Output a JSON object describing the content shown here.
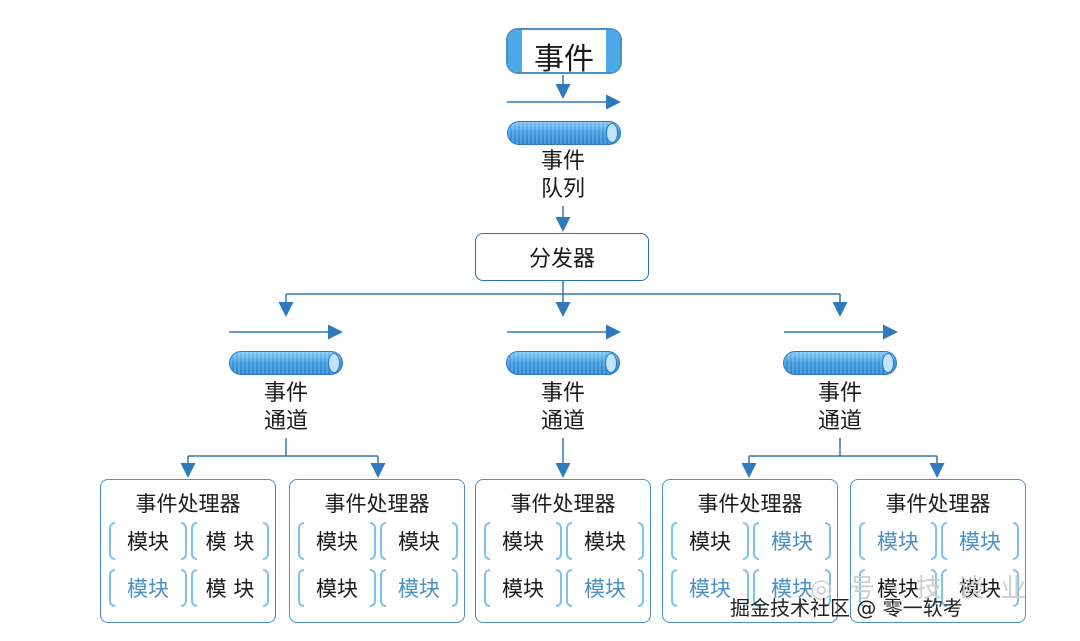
{
  "event_top": "事件",
  "queue_label": [
    "事件",
    "队列"
  ],
  "dispatcher": "分发器",
  "channels": [
    {
      "label": [
        "事件",
        "通道"
      ]
    },
    {
      "label": [
        "事件",
        "通道"
      ]
    },
    {
      "label": [
        "事件",
        "通道"
      ]
    }
  ],
  "handlers": [
    {
      "title": "事件处理器",
      "modules": [
        "模块",
        "模 块",
        "模块",
        "模 块"
      ],
      "highlight": [
        false,
        false,
        true,
        false
      ]
    },
    {
      "title": "事件处理器",
      "modules": [
        "模块",
        "模块",
        "模块",
        "模块"
      ],
      "highlight": [
        false,
        false,
        false,
        true
      ]
    },
    {
      "title": "事件处理器",
      "modules": [
        "模块",
        "模块",
        "模块",
        "模块"
      ],
      "highlight": [
        false,
        false,
        false,
        true
      ]
    },
    {
      "title": "事件处理器",
      "modules": [
        "模块",
        "模块",
        "模块",
        "模块"
      ],
      "highlight": [
        false,
        true,
        true,
        true
      ]
    },
    {
      "title": "事件处理器",
      "modules": [
        "模块",
        "模块",
        "模块",
        "模块"
      ],
      "highlight": [
        true,
        true,
        false,
        false
      ]
    }
  ],
  "watermark": "掘金技术社区 @ 零一软考",
  "colors": {
    "line": "#2f79bd",
    "cylinder": "#3f9be0",
    "highlight_text": "#4a90c6"
  }
}
